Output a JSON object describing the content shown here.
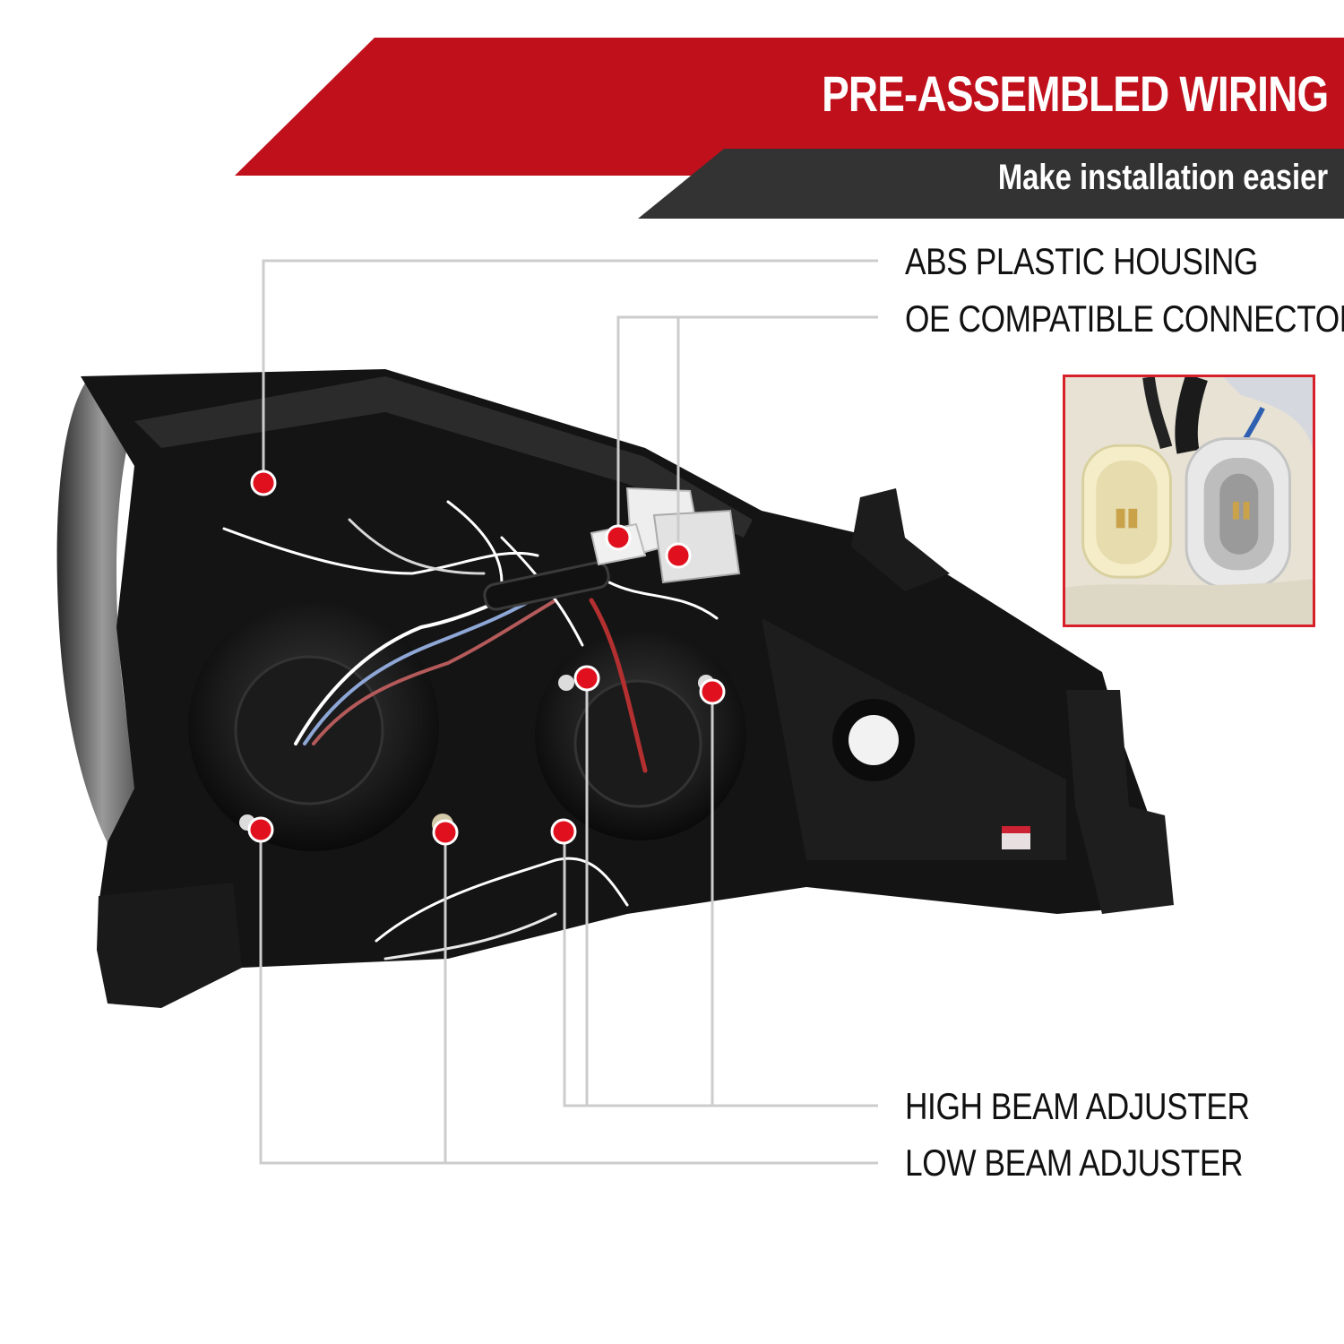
{
  "header": {
    "title": "PRE-ASSEMBLED WIRING",
    "subtitle": "Make installation easier"
  },
  "features": {
    "abs_housing": "ABS PLASTIC HOUSING",
    "oe_connectors": "OE COMPATIBLE CONNECTORS",
    "high_beam": "HIGH BEAM ADJUSTER",
    "low_beam": "LOW BEAM ADJUSTER"
  },
  "colors": {
    "banner_red": "#c0101c",
    "banner_dark": "#333333",
    "marker_red": "#e0101e",
    "leader_line": "#cccccc",
    "inset_border": "#d8202a"
  },
  "icons": {
    "marker": "red-dot-marker",
    "connector": "plug-connector-icon"
  }
}
